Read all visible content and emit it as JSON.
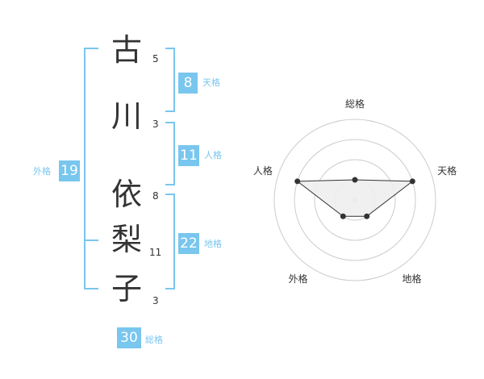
{
  "name": {
    "chars": [
      {
        "char": "古",
        "strokes": "5"
      },
      {
        "char": "川",
        "strokes": "3"
      },
      {
        "char": "依",
        "strokes": "8"
      },
      {
        "char": "梨",
        "strokes": "11"
      },
      {
        "char": "子",
        "strokes": "3"
      }
    ]
  },
  "kaku": {
    "tenkaku": {
      "value": "8",
      "label": "天格"
    },
    "jinkaku": {
      "value": "11",
      "label": "人格"
    },
    "chikaku": {
      "value": "22",
      "label": "地格"
    },
    "gaikaku": {
      "value": "19",
      "label": "外格"
    },
    "soukaku": {
      "value": "30",
      "label": "総格"
    }
  },
  "chart_data": {
    "type": "radar",
    "axes": [
      "総格",
      "天格",
      "地格",
      "外格",
      "人格"
    ],
    "levels": 4,
    "values": [
      1,
      3,
      1,
      1,
      3
    ],
    "max": 4,
    "colors": {
      "ring": "#cccccc",
      "fill": "#eeeeee",
      "line": "#333333",
      "point": "#333333",
      "center": "#cccccc"
    }
  }
}
